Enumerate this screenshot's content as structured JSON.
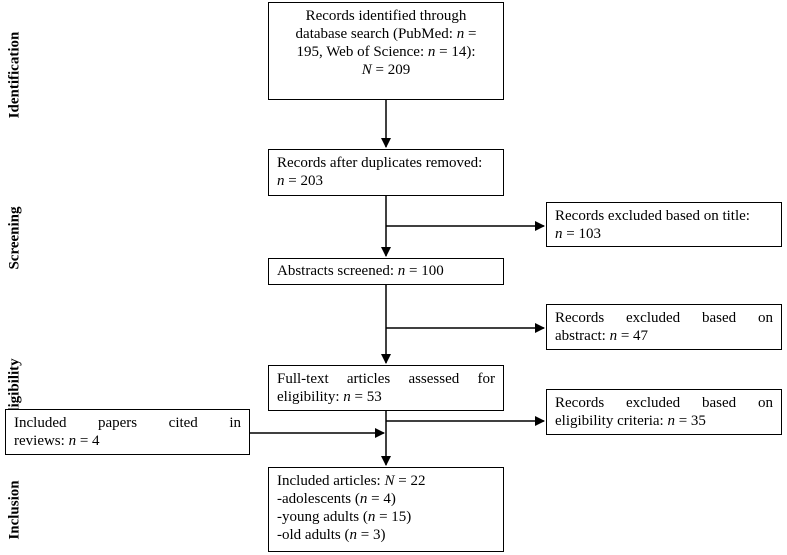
{
  "stages": {
    "identification": "Identification",
    "screening": "Screening",
    "eligibility": "Eligibility",
    "inclusion": "Inclusion"
  },
  "boxes": {
    "identified": {
      "line1": "Records identified through",
      "line2a": "database search (PubMed: ",
      "line2n": "n",
      "line2b": " =",
      "line3a": "195, Web of Science: ",
      "line3n": "n",
      "line3b": " = 14):",
      "line4N": "N",
      "line4b": " = 209"
    },
    "after_duplicates": {
      "line1": "Records after duplicates removed:",
      "line2n": "n",
      "line2b": " = 203"
    },
    "excluded_title": {
      "line1": "Records excluded based on title:",
      "line2n": "n",
      "line2b": " = 103"
    },
    "abstracts": {
      "line1a": "Abstracts screened: ",
      "line1n": "n",
      "line1b": " = 100"
    },
    "excluded_abstract": {
      "line1": "Records excluded based on",
      "line2a": "abstract: ",
      "line2n": "n",
      "line2b": " = 47"
    },
    "fulltext": {
      "line1": "Full-text articles assessed for",
      "line2a": "eligibility: ",
      "line2n": "n",
      "line2b": " = 53"
    },
    "excluded_eligibility": {
      "line1": "Records excluded based on",
      "line2a": "eligibility criteria: ",
      "line2n": "n",
      "line2b": " = 35"
    },
    "cited_reviews": {
      "line1": "Included papers cited in",
      "line2a": "reviews: ",
      "line2n": "n",
      "line2b": " = 4"
    },
    "included": {
      "line1a": "Included articles: ",
      "line1N": "N",
      "line1b": " = 22",
      "line2a": "-adolescents (",
      "line2n": "n",
      "line2b": " = 4)",
      "line3a": "-young adults (",
      "line3n": "n",
      "line3b": " = 15)",
      "line4a": "-old adults (",
      "line4n": "n",
      "line4b": " = 3)"
    }
  }
}
